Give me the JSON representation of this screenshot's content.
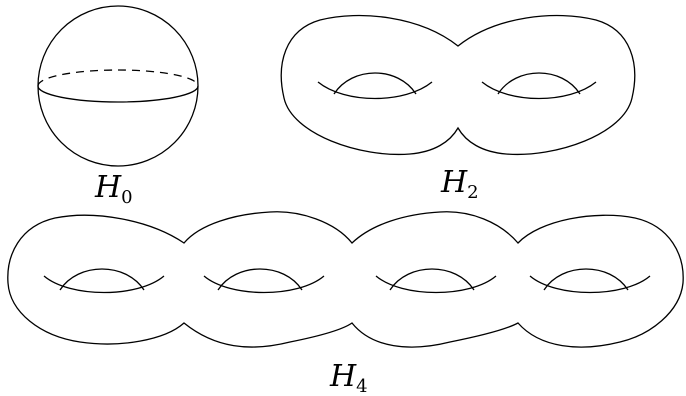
{
  "figure": {
    "labels": {
      "h0": {
        "base": "H",
        "sub": "0"
      },
      "h2": {
        "base": "H",
        "sub": "2"
      },
      "h4": {
        "base": "H",
        "sub": "4"
      }
    }
  }
}
